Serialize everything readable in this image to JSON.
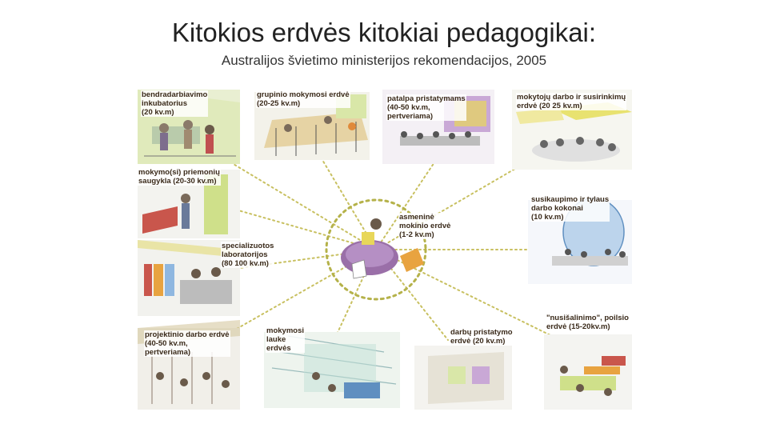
{
  "header": {
    "title": "Kitokios erdvės kitokiai pedagogikai:",
    "subtitle": "Australijos švietimo ministerijos rekomendacijos, 2005"
  },
  "center": {
    "label": "asmeninė\nmokinio erdvė\n(1-2 kv.m)"
  },
  "spaces": [
    {
      "id": "bendradarbiavimo",
      "label": "bendradarbiavimo\ninkubatorius\n(20 kv.m)"
    },
    {
      "id": "grupinio",
      "label": "grupinio mokymosi erdvė\n(20-25 kv.m)"
    },
    {
      "id": "patalpa",
      "label": "patalpa pristatymams\n(40-50 kv.m,\npertveriama)"
    },
    {
      "id": "mokytoju",
      "label": "mokytojų darbo ir susirinkimų\nerdvė (20 25 kv.m)"
    },
    {
      "id": "saugykla",
      "label": "mokymo(si) priemonių\nsaugykla (20-30 kv.m)"
    },
    {
      "id": "susikaupimo",
      "label": "susikaupimo ir tylaus\ndarbo kokonai\n(10 kv.m)"
    },
    {
      "id": "laboratorijos",
      "label": "specializuotos\nlaboratorijos\n(80 100 kv.m)"
    },
    {
      "id": "projektinio",
      "label": "projektinio darbo erdvė\n(40-50 kv.m,\npertveriama)"
    },
    {
      "id": "lauke",
      "label": "mokymosi\nlauke\nerdvės"
    },
    {
      "id": "pristatymo",
      "label": "darbų pristatymo\nerdvė   (20 kv.m)"
    },
    {
      "id": "poilsio",
      "label": "\"nusišalinimo\", poilsio\nerdvė   (15-20kv.m)"
    }
  ],
  "colors": {
    "connector": "#c8c060",
    "center_ring": "#b5b24a",
    "desk": "#9a6fa8",
    "accent_green": "#c9d98a",
    "accent_purple": "#b58fc4",
    "accent_orange": "#e8a340",
    "accent_blue": "#8fb7e0",
    "accent_red": "#c9564c"
  }
}
